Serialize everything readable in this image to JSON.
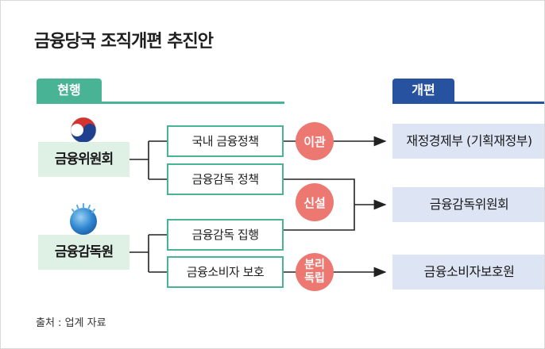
{
  "title": "금융당국 조직개편 추진안",
  "tabs": {
    "current": "현행",
    "reform": "개편"
  },
  "organizations": [
    {
      "label": "금융위원회",
      "logo": "fsc-logo"
    },
    {
      "label": "금융감독원",
      "logo": "fss-logo"
    }
  ],
  "functions": [
    "국내 금융정책",
    "금융감독 정책",
    "금융감독 집행",
    "금융소비자 보호"
  ],
  "actions": [
    {
      "label_line1": "이관",
      "label_line2": ""
    },
    {
      "label_line1": "신설",
      "label_line2": ""
    },
    {
      "label_line1": "분리",
      "label_line2": "독립"
    }
  ],
  "reform_targets": [
    "재정경제부 (기획재정부)",
    "금융감독위원회",
    "금융소비자보호원"
  ],
  "source": "출처 : 업계 자료",
  "colors": {
    "green": "#49b396",
    "green_light": "#dff0e4",
    "navy": "#27529f",
    "blue_light": "#dde4f4",
    "coral": "#ed7771"
  }
}
